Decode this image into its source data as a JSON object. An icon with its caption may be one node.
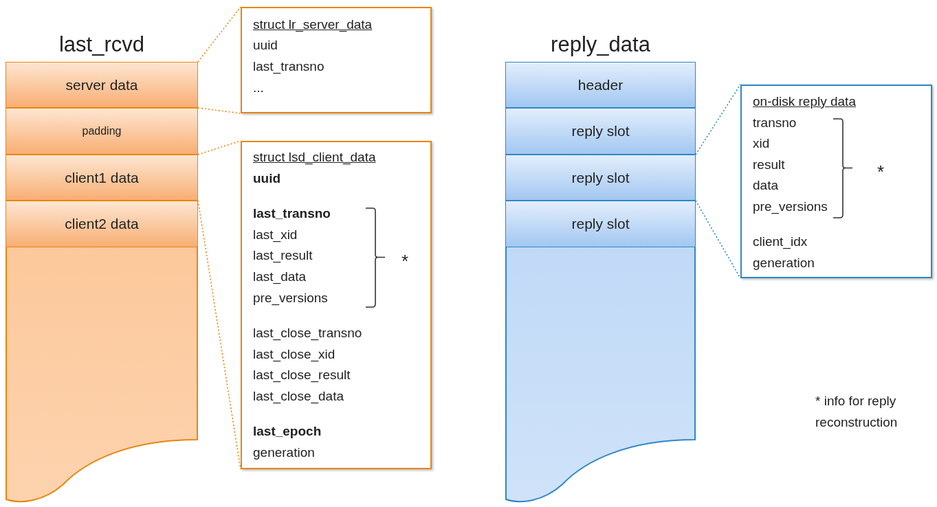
{
  "diagram": {
    "nodes": [
      {
        "text": [
          "last_rcvd"
        ]
      },
      {
        "text": [
          "server data"
        ],
        "in": 0
      },
      {
        "text": [
          "padding"
        ],
        "in": 0
      },
      {
        "text": [
          "client1 data"
        ],
        "in": 0
      },
      {
        "text": [
          "client2 data"
        ],
        "in": 0
      },
      {
        "text": [
          "struct lr_server_data",
          "uuid",
          "last_transno",
          "..."
        ]
      },
      {
        "text": [
          "struct lsd_client_data",
          "uuid",
          "last_transno",
          "last_xid",
          "last_result",
          "last_data",
          "pre_versions",
          "*",
          "last_close_transno",
          "last_close_xid",
          "last_close_result",
          "last_close_data",
          "last_epoch",
          "generation"
        ]
      },
      {
        "text": [
          "reply_data"
        ]
      },
      {
        "text": [
          "header"
        ],
        "in": 7
      },
      {
        "text": [
          "reply slot"
        ],
        "in": 7
      },
      {
        "text": [
          "reply slot"
        ],
        "in": 7
      },
      {
        "text": [
          "reply slot"
        ],
        "in": 7
      },
      {
        "text": [
          "on-disk reply data",
          "transno",
          "xid",
          "result",
          "data",
          "pre_versions",
          "*",
          "client_idx",
          "generation"
        ]
      }
    ],
    "edges": [
      {
        "from": 1,
        "to": 5,
        "arrow": "none",
        "style": "dashed",
        "color": "#e9850f"
      },
      {
        "from": 1,
        "to": 5,
        "arrow": "none",
        "style": "dashed",
        "color": "#e9850f"
      },
      {
        "from": 3,
        "to": 6,
        "arrow": "none",
        "style": "dashed",
        "color": "#e9850f"
      },
      {
        "from": 3,
        "to": 6,
        "arrow": "none",
        "style": "dashed",
        "color": "#e9850f"
      },
      {
        "from": 10,
        "to": 12,
        "arrow": "none",
        "style": "dashed",
        "color": "#2e87c8"
      },
      {
        "from": 10,
        "to": 12,
        "arrow": "none",
        "style": "dashed",
        "color": "#2e87c8"
      }
    ],
    "labels": [
      "* info for reply reconstruction"
    ]
  }
}
